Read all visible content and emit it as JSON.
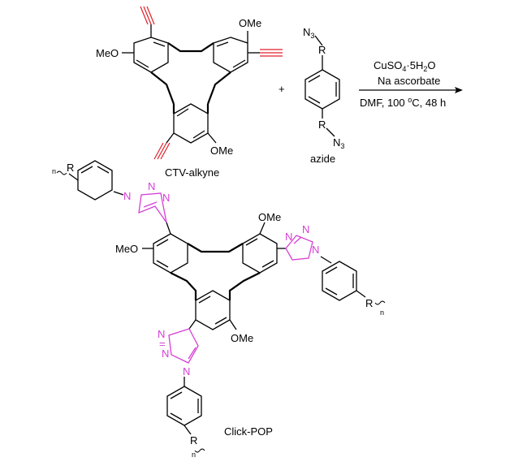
{
  "colors": {
    "bond": "#000000",
    "alkyne": "#e0202a",
    "triazole": "#d63fd6"
  },
  "labels": {
    "ome": "OMe",
    "meo": "MeO",
    "r": "R",
    "n_letter": "N",
    "n_sub3": "3",
    "equals": "=",
    "n_subscript": "n",
    "plus": "+"
  },
  "conditions": {
    "line1_base": "CuSO",
    "line1_sub": "4",
    "line1_dot": "·5H",
    "line1_sub2": "2",
    "line1_o": "O",
    "line2": "Na ascorbate",
    "line3_a": "DMF, 100 ",
    "line3_sup": "o",
    "line3_b": "C, 48 h"
  },
  "captions": {
    "ctv": "CTV-alkyne",
    "azide": "azide",
    "product": "Click-POP"
  }
}
